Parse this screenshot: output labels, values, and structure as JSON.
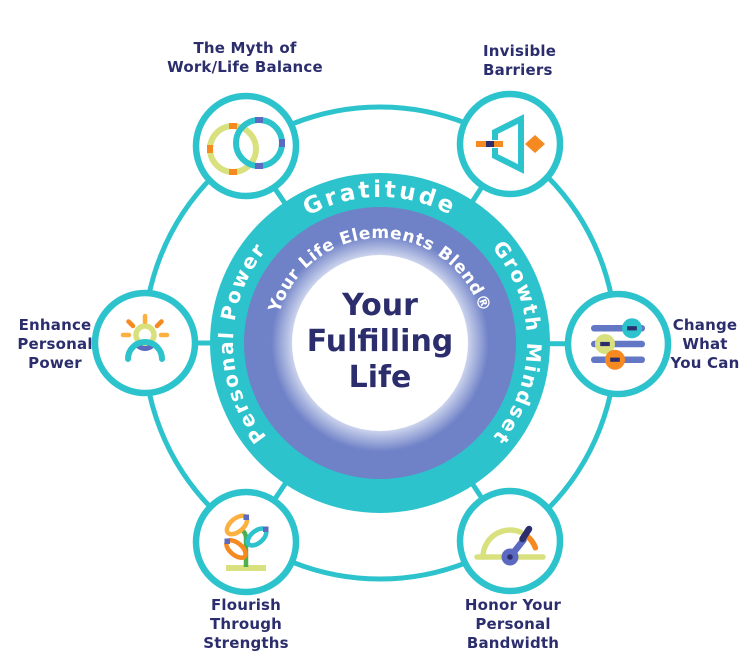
{
  "center": {
    "line1": "Your",
    "line2": "Fulfilling",
    "line3": "Life",
    "ring_top": "Gratitude",
    "ring_right": "Growth Mindset",
    "ring_left": "Personal Power",
    "ring_inner": "Your Life Elements Blend®"
  },
  "satellites": [
    {
      "name": "myth-of-work-life-balance",
      "icon": "overlapping-rings-icon",
      "lines": [
        "The Myth of",
        "Work/Life Balance"
      ]
    },
    {
      "name": "invisible-barriers",
      "icon": "arrow-through-barrier-icon",
      "lines": [
        "Invisible",
        "Barriers"
      ]
    },
    {
      "name": "change-what-you-can",
      "icon": "sliders-icon",
      "lines": [
        "Change",
        "What",
        "You Can"
      ]
    },
    {
      "name": "honor-your-personal-bandwidth",
      "icon": "gauge-icon",
      "lines": [
        "Honor Your",
        "Personal",
        "Bandwidth"
      ]
    },
    {
      "name": "flourish-through-strengths",
      "icon": "growing-plant-icon",
      "lines": [
        "Flourish",
        "Through",
        "Strengths"
      ]
    },
    {
      "name": "enhance-personal-power",
      "icon": "sun-person-icon",
      "lines": [
        "Enhance",
        "Personal",
        "Power"
      ]
    }
  ],
  "colors": {
    "teal": "#2DC3CD",
    "periwinkle": "#6F81C7",
    "navy": "#2B2D6C",
    "orange": "#F6891F",
    "yellow": "#FBB040",
    "yellow_green": "#D9E17E",
    "green": "#4CAF50",
    "blue_accent": "#5C6BC0",
    "white": "#FFFFFF"
  }
}
